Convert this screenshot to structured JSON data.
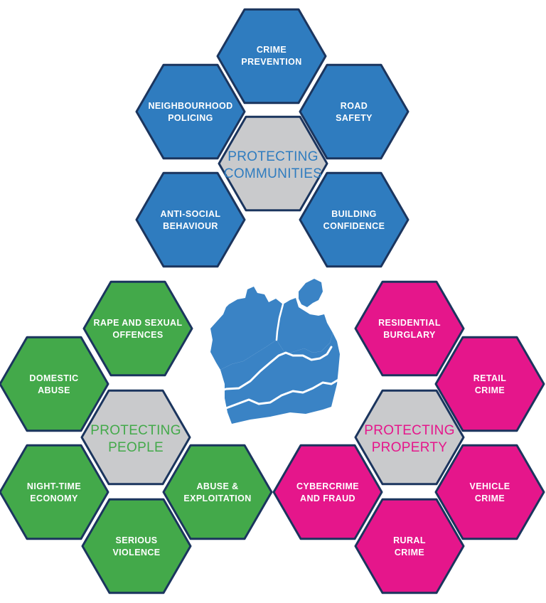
{
  "colors": {
    "communities": "#2f7cbf",
    "people": "#43a94a",
    "property": "#e5168b",
    "center": "#c9cacc",
    "outline": "#1b355e",
    "map": "#3a83c5"
  },
  "clusters": {
    "communities": {
      "center_lines": [
        "PROTECTING",
        "COMMUNITIES"
      ],
      "hexes": {
        "top": [
          "CRIME",
          "PREVENTION"
        ],
        "upper_left": [
          "NEIGHBOURHOOD",
          "POLICING"
        ],
        "upper_right": [
          "ROAD",
          "SAFETY"
        ],
        "lower_left": [
          "ANTI-SOCIAL",
          "BEHAVIOUR"
        ],
        "lower_right": [
          "BUILDING",
          "CONFIDENCE"
        ]
      }
    },
    "people": {
      "center_lines": [
        "PROTECTING",
        "PEOPLE"
      ],
      "hexes": {
        "upper_right": [
          "RAPE AND SEXUAL",
          "OFFENCES"
        ],
        "upper_left": [
          "DOMESTIC",
          "ABUSE"
        ],
        "lower_left": [
          "NIGHT-TIME",
          "ECONOMY"
        ],
        "lower_right": [
          "ABUSE &",
          "EXPLOITATION"
        ],
        "bottom": [
          "SERIOUS",
          "VIOLENCE"
        ]
      }
    },
    "property": {
      "center_lines": [
        "PROTECTING",
        "PROPERTY"
      ],
      "hexes": {
        "upper_left": [
          "RESIDENTIAL",
          "BURGLARY"
        ],
        "upper_right": [
          "RETAIL",
          "CRIME"
        ],
        "lower_left": [
          "CYBERCRIME",
          "AND FRAUD"
        ],
        "lower_right": [
          "VEHICLE",
          "CRIME"
        ],
        "bottom": [
          "RURAL",
          "CRIME"
        ]
      }
    }
  }
}
